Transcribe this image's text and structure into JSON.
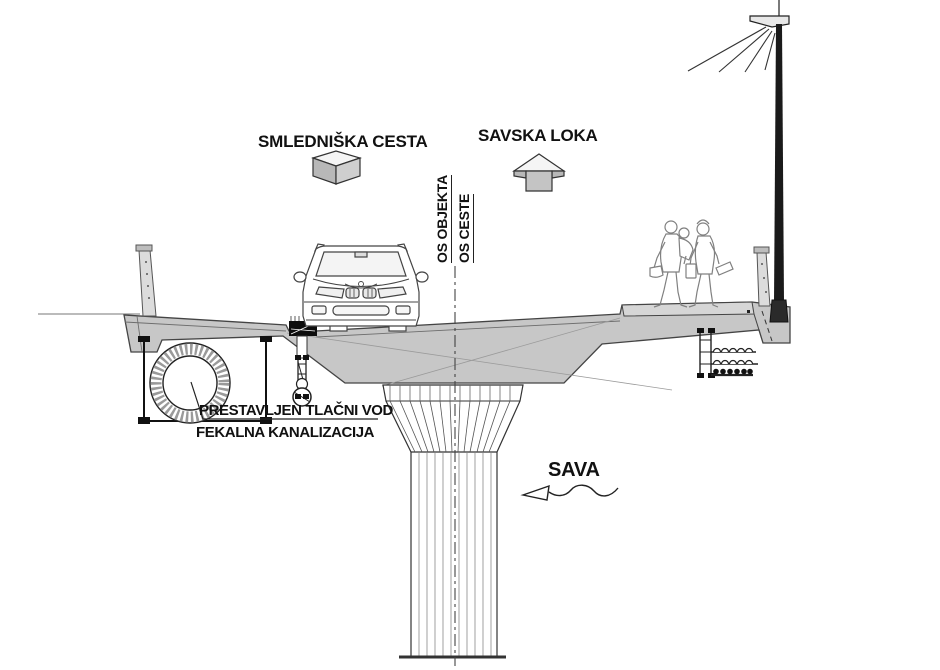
{
  "labels": {
    "road_left": "SMLEDNIŠKA CESTA",
    "road_right": "SAVSKA LOKA",
    "axis_object": "OS OBJEKTA",
    "axis_road": "OS CESTE",
    "pipe_note_line1": "PRESTAVLJEN TLAČNI VOD",
    "pipe_note_line2": "FEKALNA KANALIZACIJA",
    "river": "SAVA"
  },
  "icons": {
    "down_arrow": "block-arrow-down",
    "up_arrow": "block-arrow-up",
    "river_flow_arrow": "open-arrow-left-with-wavy-line",
    "street_lamp": "street-light-with-light-rays",
    "pipe_ring": "insulated-pipe-cross-section"
  },
  "colors": {
    "line": "#333333",
    "concrete_fill": "#c7c7c7",
    "footpath_fill": "#d6d6d6",
    "light_face": "#f5f5f5",
    "shade_face": "#b8b8b8",
    "anchor_black": "#111111",
    "background": "#ffffff"
  }
}
